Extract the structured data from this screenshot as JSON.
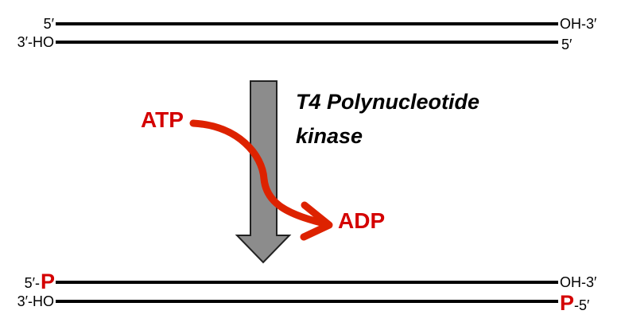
{
  "top_duplex": {
    "strand1_left": "5′",
    "strand1_right": "OH-3′",
    "strand2_left": "3′-HO",
    "strand2_right": "5′"
  },
  "enzyme": {
    "line1": "T4 Polynucleotide",
    "line2": "kinase"
  },
  "reaction": {
    "substrate": "ATP",
    "product": "ADP"
  },
  "bottom_duplex": {
    "strand1_left_prefix": "5′-",
    "strand1_left_phosphate": "P",
    "strand1_right": "OH-3′",
    "strand2_left": "3′-HO",
    "strand2_right_phosphate": "P",
    "strand2_right_suffix": "-5′"
  },
  "colors": {
    "phosphate": "#d40000",
    "reaction_arrow": "#dd2200",
    "process_arrow": "#8c8c8c"
  }
}
